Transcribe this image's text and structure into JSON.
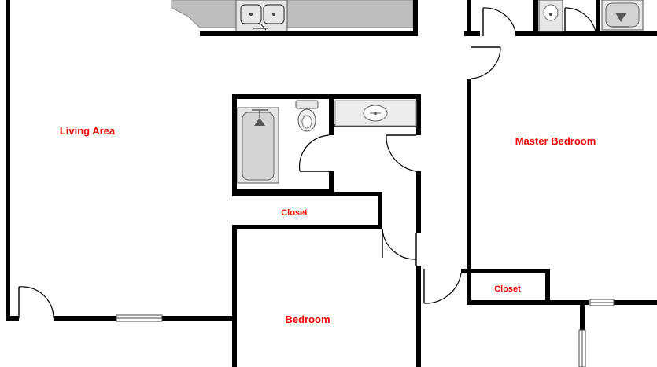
{
  "rooms": {
    "living_area": "Living Area",
    "master_bedroom": "Master Bedroom",
    "bedroom": "Bedroom",
    "closet_hall": "Closet",
    "closet_master": "Closet"
  },
  "colors": {
    "label": "#ff0000",
    "wall": "#000000",
    "fixture": "#d9d9d9",
    "counter": "#bdbdbd"
  },
  "icons": {
    "sink": "double-sink-icon",
    "bathtub": "bathtub-icon",
    "toilet": "toilet-icon",
    "vanity": "vanity-sink-icon"
  }
}
